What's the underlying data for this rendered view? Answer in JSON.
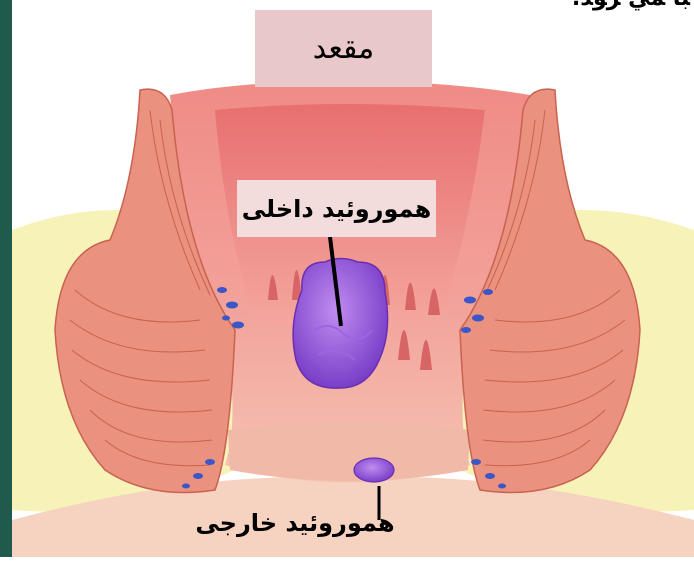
{
  "labels": {
    "top_fragment": "ﺒﺎ ﻤﻲ ﺮﻮﺪ.",
    "rectum": "مقعد",
    "internal_hemorrhoid": "هموروئيد داخلی",
    "external_hemorrhoid": "هموروئيد خارجی"
  },
  "colors": {
    "left_bar": "#1f5a4c",
    "label_bg": "#e8c8c8",
    "fat": "#f7f2b8",
    "muscle": "#e98f7f",
    "rectum_wall": "#ef8d87",
    "hemorrhoid": "#8b4fd6",
    "vessel": "#3a56c8"
  }
}
